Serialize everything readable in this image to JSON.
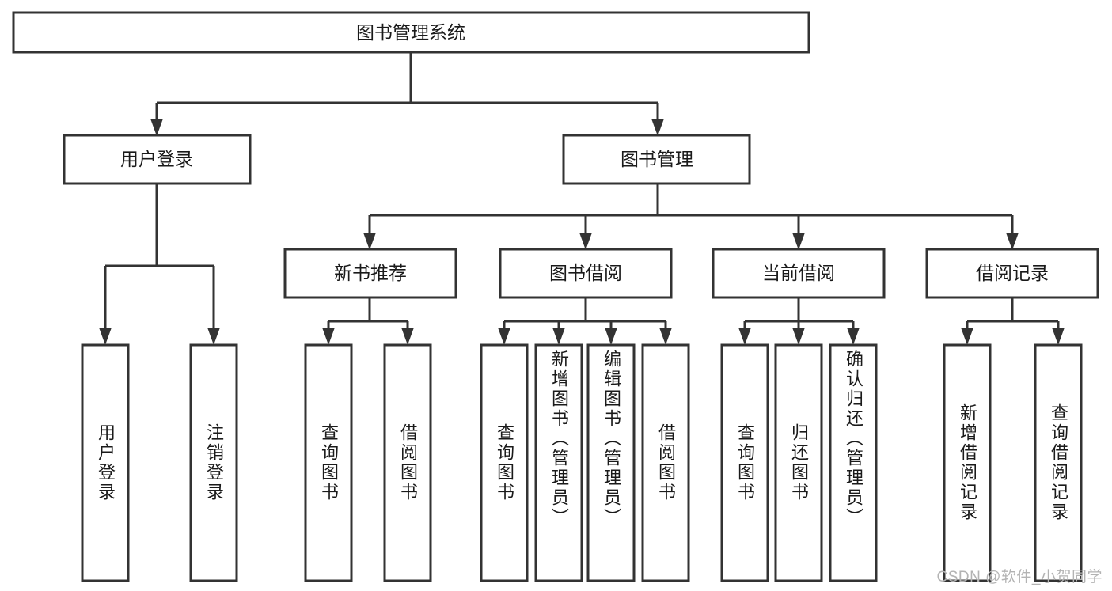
{
  "diagram": {
    "type": "hierarchy-tree",
    "title": "图书管理系统",
    "watermark": "CSDN @软件_小贺同学",
    "root": {
      "label": "图书管理系统"
    },
    "level2": [
      {
        "label": "用户登录"
      },
      {
        "label": "图书管理"
      }
    ],
    "level3": [
      {
        "label": "新书推荐"
      },
      {
        "label": "图书借阅"
      },
      {
        "label": "当前借阅"
      },
      {
        "label": "借阅记录"
      }
    ],
    "leaves": {
      "user_login": [
        {
          "label": "用户登录"
        },
        {
          "label": "注销登录"
        }
      ],
      "new_book_recommend": [
        {
          "label": "查询图书"
        },
        {
          "label": "借阅图书"
        }
      ],
      "book_borrow": [
        {
          "label": "查询图书"
        },
        {
          "label": "新增图书（管理员）"
        },
        {
          "label": "编辑图书（管理员）"
        },
        {
          "label": "借阅图书"
        }
      ],
      "current_borrow": [
        {
          "label": "查询图书"
        },
        {
          "label": "归还图书"
        },
        {
          "label": "确认归还（管理员）"
        }
      ],
      "borrow_records": [
        {
          "label": "新增借阅记录"
        },
        {
          "label": "查询借阅记录"
        }
      ]
    },
    "colors": {
      "stroke": "#333333",
      "fill": "#ffffff",
      "text": "#1a1a1a",
      "watermark": "#b3b3b3"
    }
  }
}
